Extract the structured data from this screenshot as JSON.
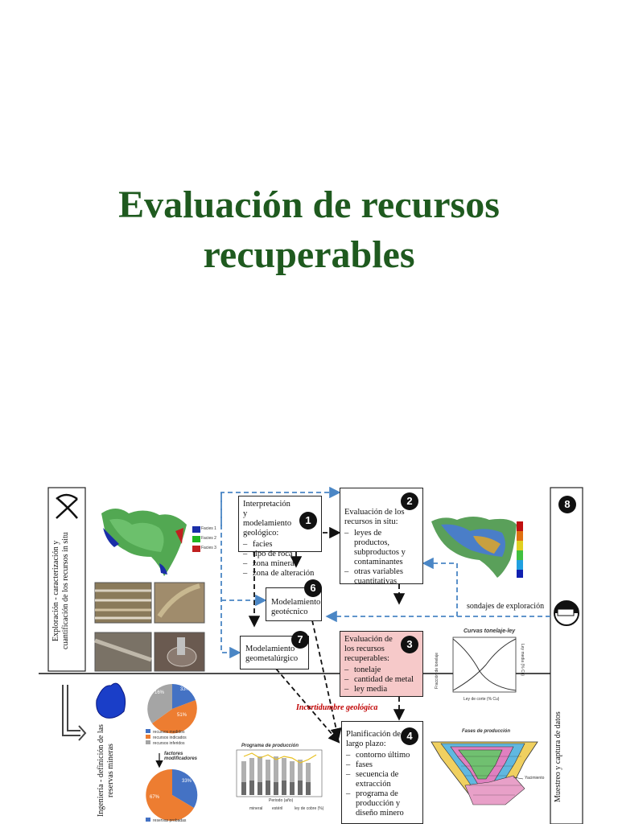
{
  "title": {
    "line1": "Evaluación de recursos",
    "line2": "recuperables"
  },
  "diagram": {
    "left_top_label": "Exploración - caracterización y cuantificación de los recursos in situ",
    "left_bottom_label": "Ingeniería - definición de las reservas mineras",
    "right_label": "Muestreo y captura de datos",
    "sondajes": "sondajes de exploración",
    "incertidumbre": "Incertidumbre geológica",
    "legend_faces": [
      "Facies 1",
      "Facies 2",
      "Facies 3"
    ],
    "box1": {
      "num": "1",
      "title": "Interpretación y modelamiento geológico:",
      "items": [
        "facies",
        "tipo de roca",
        "zona mineral",
        "zona de alteración"
      ]
    },
    "box2": {
      "num": "2",
      "title": "Evaluación de los recursos in situ:",
      "items": [
        "leyes de productos, subproductos y contaminantes",
        "otras variables cuantitativas"
      ]
    },
    "box3": {
      "num": "3",
      "title": "Evaluación de los recursos recuperables:",
      "items": [
        "tonelaje",
        "cantidad de metal",
        "ley media"
      ]
    },
    "box4": {
      "num": "4",
      "title": "Planificación de largo plazo:",
      "items": [
        "contorno último",
        "fases",
        "secuencia de extracción",
        "programa de producción y diseño minero"
      ]
    },
    "box6": {
      "num": "6",
      "title": "Modelamiento geotécnico"
    },
    "box7": {
      "num": "7",
      "title": "Modelamiento geometalúrgico"
    },
    "num8": "8",
    "curves": {
      "title": "Curvas tonelaje-ley",
      "xlabel": "Ley de corte (% Cu)",
      "ylabel_left": "Fracción de tonelaje",
      "ylabel_right": "Ley media (% Cu)"
    },
    "pie1": {
      "values": [
        33,
        51,
        16
      ],
      "labels": [
        "33%",
        "51%",
        "16%"
      ],
      "legend": [
        "recursos medidos",
        "recursos indicados",
        "recursos inferidos"
      ],
      "colors": [
        "#4472c4",
        "#ed7d31",
        "#a5a5a5"
      ]
    },
    "factores": "factores modificadores",
    "pie2": {
      "values": [
        33,
        67
      ],
      "labels": [
        "33%",
        "67%"
      ],
      "legend": [
        "reservas probadas"
      ],
      "colors": [
        "#4472c4",
        "#ed7d31"
      ]
    },
    "programa": {
      "title": "Programa de producción",
      "xlabel": "Periodo (año)",
      "legend": [
        "mineral",
        "estéril",
        "ley de cobre (%)"
      ]
    },
    "fases": {
      "title": "Fases de producción",
      "yacimiento": "Yacimiento"
    },
    "colors": {
      "title": "#1f5a1f",
      "dashed_blue": "#4a86c5",
      "box3_bg": "#f6c9c9",
      "incertidumbre": "#c00000"
    }
  }
}
